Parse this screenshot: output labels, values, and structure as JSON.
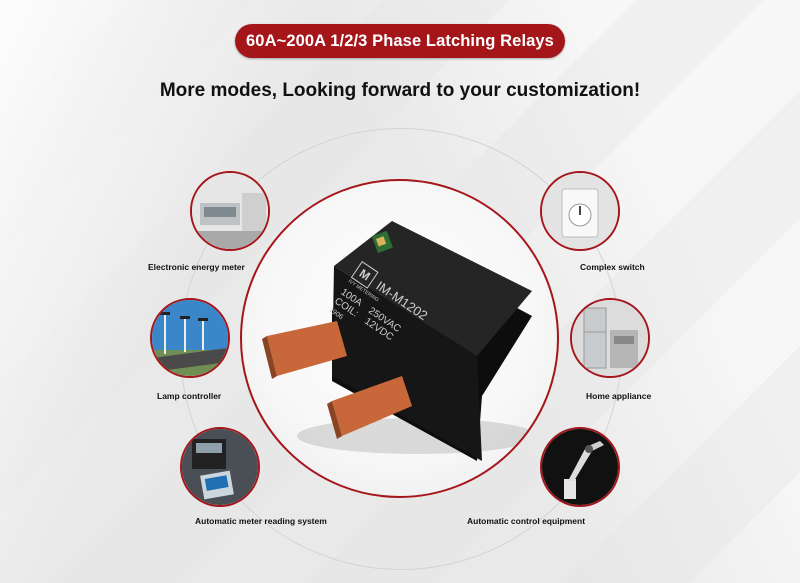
{
  "header": {
    "title": "60A~200A 1/2/3 Phase Latching Relays",
    "subtitle": "More modes, Looking forward to your customization!"
  },
  "relay": {
    "brand": "IVY METERING",
    "model": "IM-M1202",
    "current": "100A",
    "voltage": "250VAC",
    "coil_label": "COIL:",
    "coil_voltage": "12VDC",
    "date_code": "1906"
  },
  "applications": [
    {
      "label": "Electronic energy meter",
      "icon": "energy-meter-icon"
    },
    {
      "label": "Lamp controller",
      "icon": "street-lamp-icon"
    },
    {
      "label": "Automatic meter reading system",
      "icon": "meter-reading-icon"
    },
    {
      "label": "Complex switch",
      "icon": "timer-switch-icon"
    },
    {
      "label": "Home appliance",
      "icon": "refrigerator-icon"
    },
    {
      "label": "Automatic control equipment",
      "icon": "robot-arm-icon"
    }
  ],
  "colors": {
    "accent": "#a5161b",
    "relay_body": "#1a1a1a",
    "terminal": "#c8673a"
  }
}
